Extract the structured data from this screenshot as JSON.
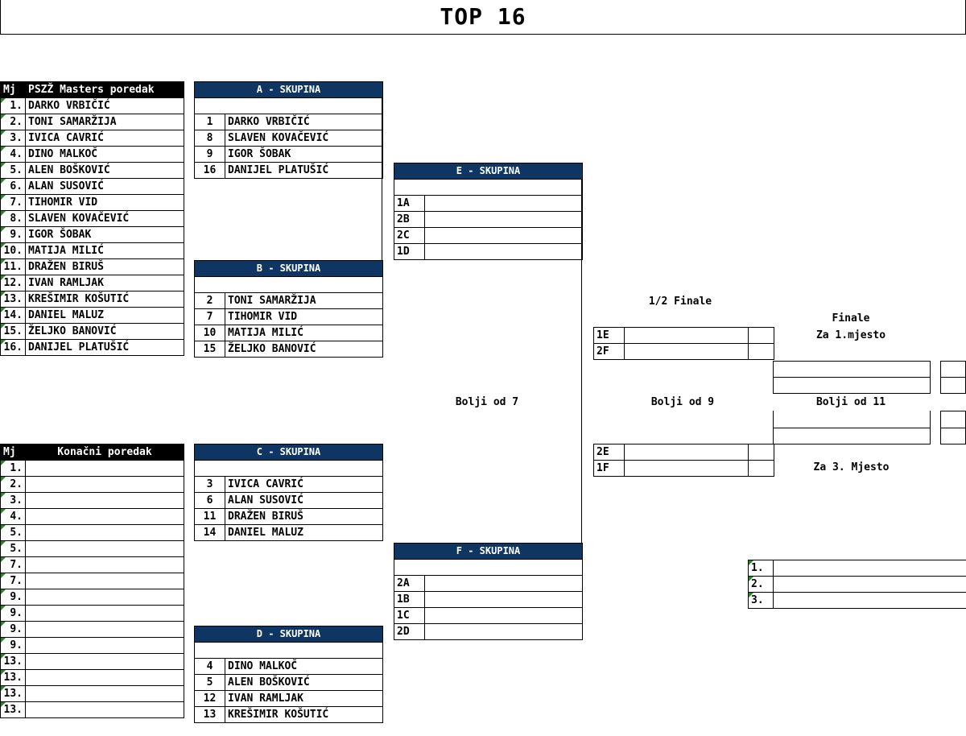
{
  "title": "TOP 16",
  "masters": {
    "header_mj": "Mj",
    "header_name": "PSZŽ Masters poredak",
    "rows": [
      {
        "pos": "1.",
        "name": "DARKO VRBIČIĆ"
      },
      {
        "pos": "2.",
        "name": "TONI SAMARŽIJA"
      },
      {
        "pos": "3.",
        "name": "IVICA CAVRIĆ"
      },
      {
        "pos": "4.",
        "name": "DINO MALKOČ"
      },
      {
        "pos": "5.",
        "name": "ALEN BOŠKOVIĆ"
      },
      {
        "pos": "6.",
        "name": "ALAN SUSOVIĆ"
      },
      {
        "pos": "7.",
        "name": "TIHOMIR VID"
      },
      {
        "pos": "8.",
        "name": "SLAVEN KOVAČEVIĆ"
      },
      {
        "pos": "9.",
        "name": "IGOR ŠOBAK"
      },
      {
        "pos": "10.",
        "name": "MATIJA MILIĆ"
      },
      {
        "pos": "11.",
        "name": "DRAŽEN BIRUŠ"
      },
      {
        "pos": "12.",
        "name": "IVAN RAMLJAK"
      },
      {
        "pos": "13.",
        "name": "KREŠIMIR KOŠUTIĆ"
      },
      {
        "pos": "14.",
        "name": "DANIEL MALUZ"
      },
      {
        "pos": "15.",
        "name": "ŽELJKO BANOVIĆ"
      },
      {
        "pos": "16.",
        "name": "DANIJEL PLATUŠIĆ"
      }
    ]
  },
  "final_standings": {
    "header_mj": "Mj",
    "header_name": "Konačni poredak",
    "rows": [
      "1.",
      "2.",
      "3.",
      "4.",
      "5.",
      "5.",
      "7.",
      "7.",
      "9.",
      "9.",
      "9.",
      "9.",
      "13.",
      "13.",
      "13.",
      "13."
    ]
  },
  "groups": {
    "A": {
      "title": "A - SKUPINA",
      "rows": [
        {
          "seed": "1",
          "name": "DARKO VRBIČIĆ"
        },
        {
          "seed": "8",
          "name": "SLAVEN KOVAČEVIĆ"
        },
        {
          "seed": "9",
          "name": "IGOR ŠOBAK"
        },
        {
          "seed": "16",
          "name": "DANIJEL PLATUŠIĆ"
        }
      ]
    },
    "B": {
      "title": "B - SKUPINA",
      "rows": [
        {
          "seed": "2",
          "name": "TONI SAMARŽIJA"
        },
        {
          "seed": "7",
          "name": "TIHOMIR VID"
        },
        {
          "seed": "10",
          "name": "MATIJA MILIĆ"
        },
        {
          "seed": "15",
          "name": "ŽELJKO BANOVIĆ"
        }
      ]
    },
    "C": {
      "title": "C - SKUPINA",
      "rows": [
        {
          "seed": "3",
          "name": "IVICA CAVRIĆ"
        },
        {
          "seed": "6",
          "name": "ALAN SUSOVIĆ"
        },
        {
          "seed": "11",
          "name": "DRAŽEN BIRUŠ"
        },
        {
          "seed": "14",
          "name": "DANIEL MALUZ"
        }
      ]
    },
    "D": {
      "title": "D - SKUPINA",
      "rows": [
        {
          "seed": "4",
          "name": "DINO MALKOČ"
        },
        {
          "seed": "5",
          "name": "ALEN BOŠKOVIĆ"
        },
        {
          "seed": "12",
          "name": "IVAN RAMLJAK"
        },
        {
          "seed": "13",
          "name": "KREŠIMIR KOŠUTIĆ"
        }
      ]
    },
    "E": {
      "title": "E - SKUPINA",
      "rows": [
        "1A",
        "2B",
        "2C",
        "1D"
      ]
    },
    "F": {
      "title": "F - SKUPINA",
      "rows": [
        "2A",
        "1B",
        "1C",
        "2D"
      ]
    }
  },
  "semis": {
    "label": "1/2 Finale",
    "top": [
      "1E",
      "2F"
    ],
    "bottom": [
      "2E",
      "1F"
    ]
  },
  "labels": {
    "finale": "Finale",
    "first_place": "Za 1.mjesto",
    "third_place": "Za 3. Mjesto",
    "bolji7": "Bolji od 7",
    "bolji9": "Bolji od 9",
    "bolji11": "Bolji od 11"
  },
  "podium": [
    "1.",
    "2.",
    "3."
  ],
  "colors": {
    "group_header": "#0f3562",
    "corner_marker": "#1e8a1e",
    "header_black": "#000000"
  }
}
